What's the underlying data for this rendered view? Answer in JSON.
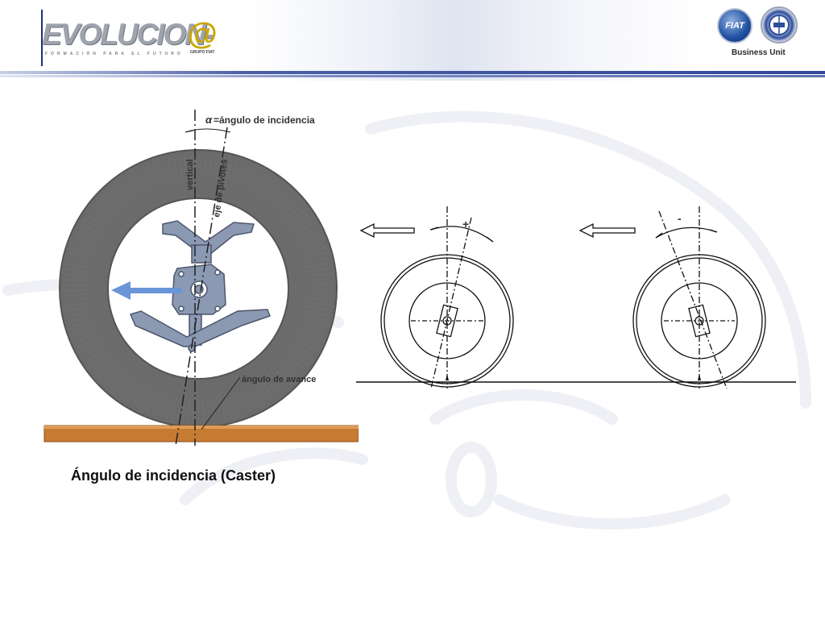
{
  "header": {
    "logo_text": "EVOLUCION-",
    "logo_at": "@",
    "logo_tagline": "FORMACIÓN PARA EL FUTURO",
    "logo_sub": "GRUPO FIAT",
    "brand_fiat": "FIAT",
    "business_unit": "Business Unit"
  },
  "diagram_left": {
    "label_alpha": "α",
    "label_angle": "=ángulo de incidencia",
    "label_vertical": "vertical",
    "label_axis": "eje de pivotes",
    "label_avance": "ángulo de avance"
  },
  "diagram_right": {
    "sign_positive": "+",
    "sign_negative": "-"
  },
  "caption": "Ángulo de incidencia (Caster)",
  "colors": {
    "tire": "#6b6b6b",
    "suspension": "#8b99b3",
    "arrow": "#6a95d8",
    "ground": "#c77a32",
    "header_stripe": "#33489a"
  },
  "icons": [
    "fiat-logo-icon",
    "lancia-logo-icon",
    "direction-arrow-icon"
  ]
}
